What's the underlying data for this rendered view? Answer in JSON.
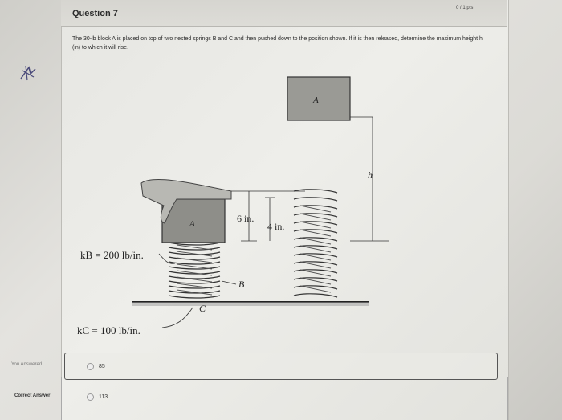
{
  "question": {
    "title": "Question 7",
    "points": "0 / 1 pts",
    "prompt": "The 30-lb block A is placed on top of two nested springs B and C and then pushed down to the position shown. If it is then released, determine the maximum height h (in) to which it will rise."
  },
  "figure": {
    "block_label": "A",
    "dim_6": "6 in.",
    "dim_4": "4 in.",
    "dim_h": "h",
    "spring_b": "B",
    "spring_c": "C",
    "kb_label": "kB = 200 lb/in.",
    "kc_label": "kC = 100 lb/in."
  },
  "answers": {
    "you_answered_label": "You Answered",
    "you_answered_value": "85",
    "correct_label": "Correct Answer",
    "correct_value": "113"
  }
}
